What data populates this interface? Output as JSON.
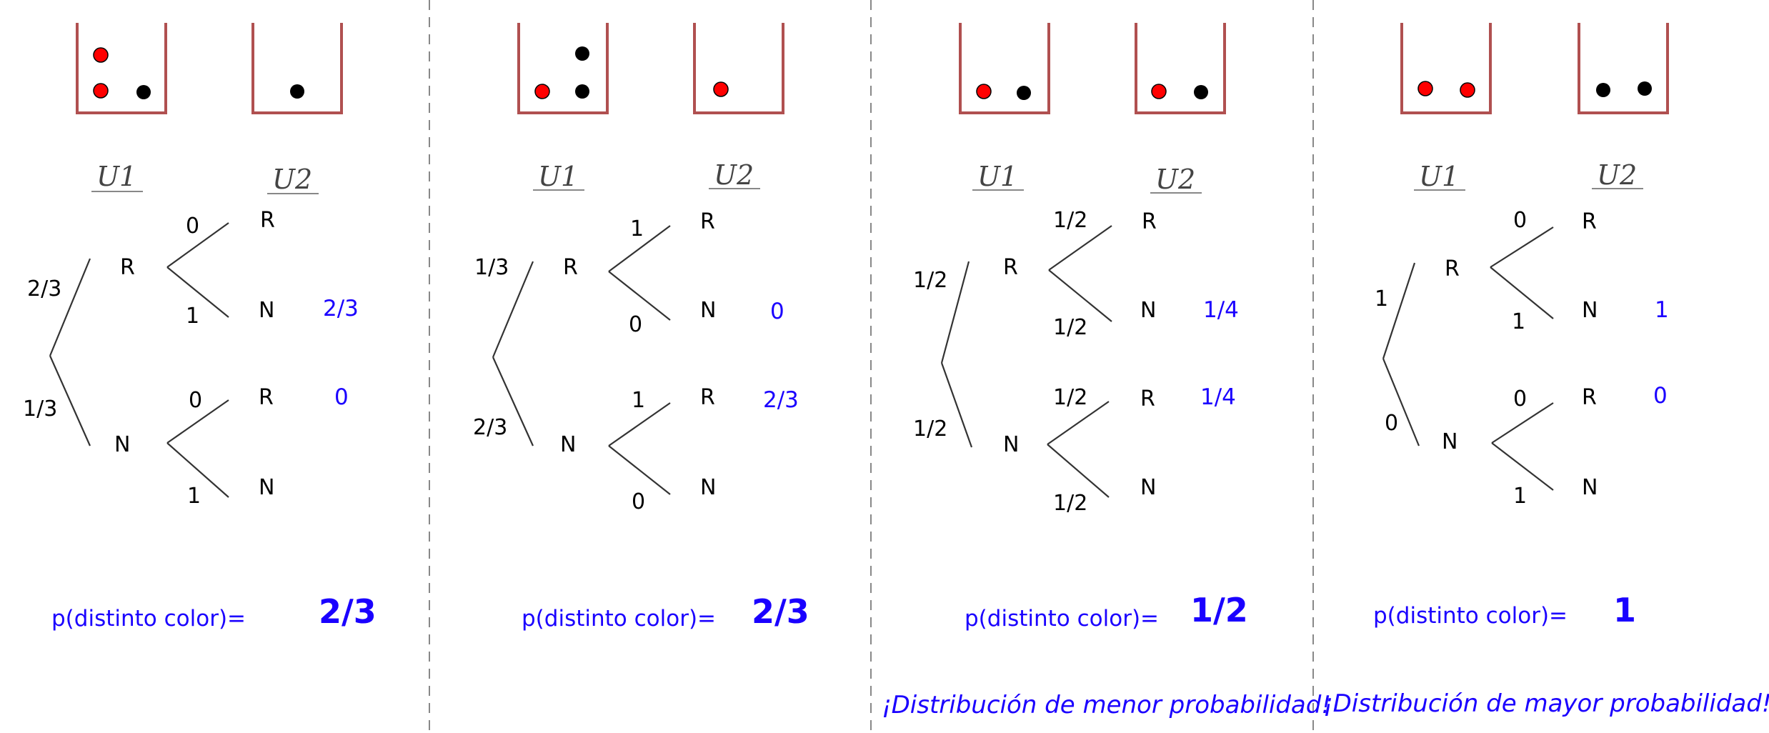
{
  "panels": [
    {
      "urn1_balls": [
        "red",
        "red",
        "black"
      ],
      "urn2_balls": [
        "black"
      ],
      "urn1_label": "U1",
      "urn2_label": "U2",
      "first_top_prob": "2/3",
      "first_bottom_prob": "1/3",
      "node_top": "R",
      "node_bottom": "N",
      "branch_r_top": "0",
      "branch_r_bottom": "1",
      "branch_n_top": "0",
      "branch_n_bottom": "1",
      "leaf_rr": "R",
      "leaf_rn": "N",
      "leaf_nr": "R",
      "leaf_nn": "N",
      "result_rn": "2/3",
      "result_nr": "0",
      "prob_label": "p(distinto color)=",
      "prob_value": "2/3",
      "note": ""
    },
    {
      "urn1_balls": [
        "black",
        "red",
        "black"
      ],
      "urn2_balls": [
        "red"
      ],
      "urn1_label": "U1",
      "urn2_label": "U2",
      "first_top_prob": "1/3",
      "first_bottom_prob": "2/3",
      "node_top": "R",
      "node_bottom": "N",
      "branch_r_top": "1",
      "branch_r_bottom": "0",
      "branch_n_top": "1",
      "branch_n_bottom": "0",
      "leaf_rr": "R",
      "leaf_rn": "N",
      "leaf_nr": "R",
      "leaf_nn": "N",
      "result_rn": "0",
      "result_nr": "2/3",
      "prob_label": "p(distinto color)=",
      "prob_value": "2/3",
      "note": ""
    },
    {
      "urn1_balls": [
        "red",
        "black"
      ],
      "urn2_balls": [
        "red",
        "black"
      ],
      "urn1_label": "U1",
      "urn2_label": "U2",
      "first_top_prob": "1/2",
      "first_bottom_prob": "1/2",
      "node_top": "R",
      "node_bottom": "N",
      "branch_r_top": "1/2",
      "branch_r_bottom": "1/2",
      "branch_n_top": "1/2",
      "branch_n_bottom": "1/2",
      "leaf_rr": "R",
      "leaf_rn": "N",
      "leaf_nr": "R",
      "leaf_nn": "N",
      "result_rn": "1/4",
      "result_nr": "1/4",
      "prob_label": "p(distinto color)=",
      "prob_value": "1/2",
      "note": "¡Distribución de menor probabilidad!"
    },
    {
      "urn1_balls": [
        "red",
        "red"
      ],
      "urn2_balls": [
        "black",
        "black"
      ],
      "urn1_label": "U1",
      "urn2_label": "U2",
      "first_top_prob": "1",
      "first_bottom_prob": "0",
      "node_top": "R",
      "node_bottom": "N",
      "branch_r_top": "0",
      "branch_r_bottom": "1",
      "branch_n_top": "0",
      "branch_n_bottom": "1",
      "leaf_rr": "R",
      "leaf_rn": "N",
      "leaf_nr": "R",
      "leaf_nn": "N",
      "result_rn": "1",
      "result_nr": "0",
      "prob_label": "p(distinto color)=",
      "prob_value": "1",
      "note": "¡Distribución de mayor probabilidad!"
    }
  ],
  "colors": {
    "urn_stroke": "#b05050",
    "ball_red": "#ff0000",
    "ball_black": "#000000",
    "accent_blue": "#1a00ff",
    "divider": "#888888"
  }
}
